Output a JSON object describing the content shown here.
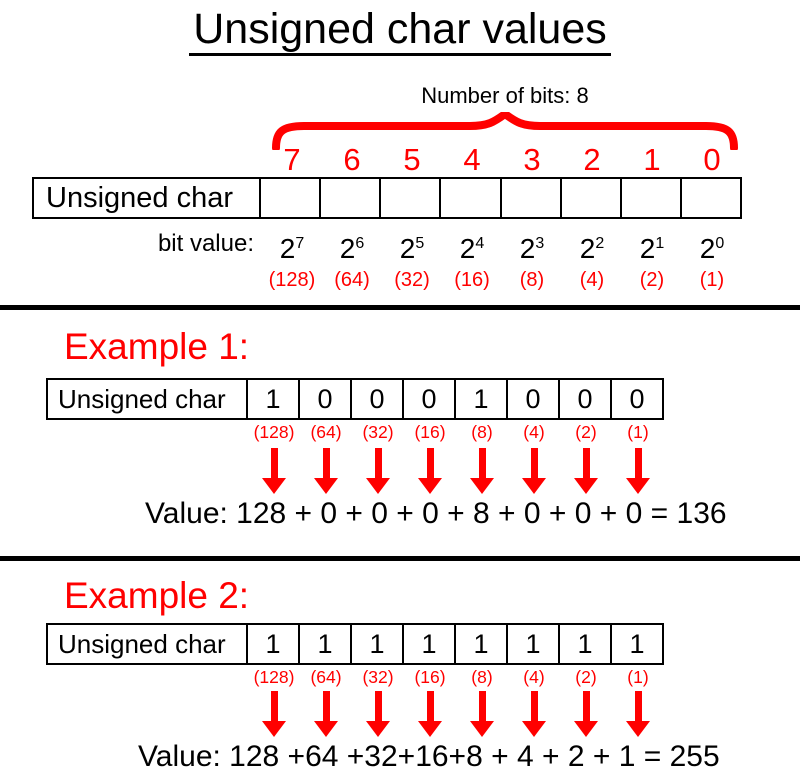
{
  "title": "Unsigned char values",
  "colors": {
    "accent_red": "#ff0000",
    "text_black": "#000000"
  },
  "reference": {
    "bits_count_label": "Number of bits: 8",
    "register_label": "Unsigned char",
    "bit_indices": [
      "7",
      "6",
      "5",
      "4",
      "3",
      "2",
      "1",
      "0"
    ],
    "bit_value_label": "bit value:",
    "powers": [
      {
        "base": "2",
        "exp": "7"
      },
      {
        "base": "2",
        "exp": "6"
      },
      {
        "base": "2",
        "exp": "5"
      },
      {
        "base": "2",
        "exp": "4"
      },
      {
        "base": "2",
        "exp": "3"
      },
      {
        "base": "2",
        "exp": "2"
      },
      {
        "base": "2",
        "exp": "1"
      },
      {
        "base": "2",
        "exp": "0"
      }
    ],
    "weights": [
      "(128)",
      "(64)",
      "(32)",
      "(16)",
      "(8)",
      "(4)",
      "(2)",
      "(1)"
    ]
  },
  "example1": {
    "heading": "Example 1:",
    "register_label": "Unsigned char",
    "bits": [
      "1",
      "0",
      "0",
      "0",
      "1",
      "0",
      "0",
      "0"
    ],
    "weights": [
      "(128)",
      "(64)",
      "(32)",
      "(16)",
      "(8)",
      "(4)",
      "(2)",
      "(1)"
    ],
    "value_formula": "Value: 128 + 0 + 0 + 0 + 8 + 0 + 0 + 0 = 136",
    "result": "136"
  },
  "example2": {
    "heading": "Example 2:",
    "register_label": "Unsigned char",
    "bits": [
      "1",
      "1",
      "1",
      "1",
      "1",
      "1",
      "1",
      "1"
    ],
    "weights": [
      "(128)",
      "(64)",
      "(32)",
      "(16)",
      "(8)",
      "(4)",
      "(2)",
      "(1)"
    ],
    "value_formula": "Value: 128 +64 +32+16+8 + 4 + 2 + 1 = 255",
    "result": "255"
  }
}
